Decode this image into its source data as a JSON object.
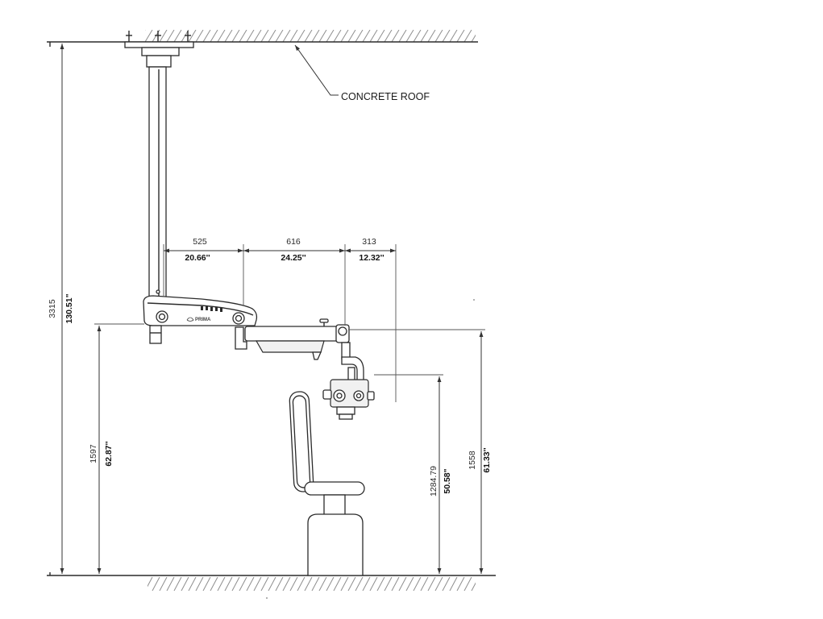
{
  "callout": {
    "roof_label": "CONCRETE ROOF"
  },
  "logo": {
    "text": "PRIMA"
  },
  "dimensions": {
    "overall_height": {
      "mm": "3315",
      "inch": "130.51\""
    },
    "left_height": {
      "mm": "1597",
      "inch": "62.87''"
    },
    "center_height": {
      "mm": "1284.79",
      "inch": "50.58\""
    },
    "right_height": {
      "mm": "1558",
      "inch": "61.33''"
    },
    "reach_1": {
      "mm": "525",
      "inch": "20.66''"
    },
    "reach_2": {
      "mm": "616",
      "inch": "24.25''"
    },
    "reach_3": {
      "mm": "313",
      "inch": "12.32''"
    }
  },
  "colors": {
    "line": "#2b2b2b",
    "hatch": "#8f8f8f",
    "background": "#ffffff"
  }
}
